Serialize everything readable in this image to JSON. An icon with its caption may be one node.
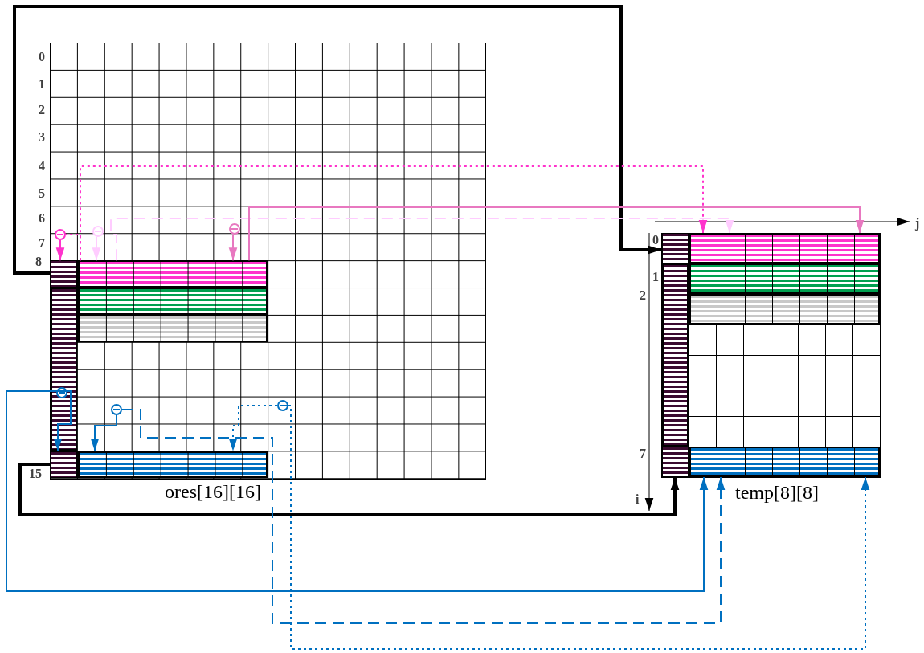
{
  "diagram": {
    "nodes": [
      {
        "text": [
          "ores[16][16]"
        ]
      },
      {
        "text": [
          "temp[8][8]"
        ]
      },
      {
        "text": [],
        "shape": "box",
        "in": 0
      },
      {
        "text": [],
        "shape": "bar",
        "in": 0
      },
      {
        "text": [],
        "shape": "box",
        "in": 0
      },
      {
        "text": [],
        "shape": "bar",
        "in": 0
      },
      {
        "text": [],
        "shape": "bar",
        "in": 0
      },
      {
        "text": [],
        "shape": "bar",
        "in": 0
      },
      {
        "text": [],
        "shape": "bar",
        "in": 0
      },
      {
        "text": [],
        "shape": "box",
        "in": 1
      },
      {
        "text": [],
        "shape": "bar",
        "in": 1
      },
      {
        "text": [],
        "shape": "box",
        "in": 1
      },
      {
        "text": [],
        "shape": "bar",
        "in": 1
      },
      {
        "text": [],
        "shape": "bar",
        "in": 1
      },
      {
        "text": [],
        "shape": "bar",
        "in": 1
      },
      {
        "text": [],
        "shape": "bar",
        "in": 1
      },
      {
        "text": [],
        "shape": "circle",
        "in": 0
      },
      {
        "text": [],
        "shape": "circle",
        "in": 0
      },
      {
        "text": [],
        "shape": "circle",
        "in": 0
      },
      {
        "text": [],
        "shape": "circle",
        "in": 3
      },
      {
        "text": [],
        "shape": "circle",
        "in": 0
      },
      {
        "text": [],
        "shape": "circle",
        "in": 0
      }
    ],
    "edges": [
      {
        "from": 2,
        "to": 9,
        "arrow": "to",
        "style": "thick",
        "color": "#000000"
      },
      {
        "from": 4,
        "to": 11,
        "arrow": "to",
        "style": "thick",
        "color": "#000000"
      },
      {
        "from": 5,
        "to": 12,
        "arrow": "to",
        "style": "dashed",
        "color": "#ff33cc"
      },
      {
        "from": 5,
        "to": 16,
        "arrow": "none",
        "style": "dashed",
        "color": "#ff33cc"
      },
      {
        "from": 5,
        "to": 12,
        "arrow": "to",
        "style": "dashed",
        "color": "#ffccff"
      },
      {
        "from": 17,
        "to": 5,
        "arrow": "to",
        "color": "#ffccff"
      },
      {
        "from": 5,
        "to": 12,
        "arrow": "to",
        "color": "#e878c0"
      },
      {
        "from": 18,
        "to": 5,
        "arrow": "to",
        "color": "#e878c0"
      },
      {
        "from": 19,
        "to": 15,
        "arrow": "to",
        "color": "#0070c0"
      },
      {
        "from": 19,
        "to": 4,
        "arrow": "to",
        "color": "#0070c0"
      },
      {
        "from": 20,
        "to": 8,
        "arrow": "to",
        "color": "#0070c0"
      },
      {
        "from": 20,
        "to": 15,
        "arrow": "to",
        "style": "dashed",
        "color": "#0070c0"
      },
      {
        "from": 21,
        "to": 8,
        "arrow": "to",
        "style": "dashed",
        "color": "#0070c0"
      },
      {
        "from": 21,
        "to": 15,
        "arrow": "to",
        "style": "dashed",
        "color": "#0070c0"
      },
      {
        "from": 16,
        "to": 2,
        "arrow": "to",
        "color": "#ff33cc"
      }
    ],
    "labels": [
      "0",
      "1",
      "2",
      "3",
      "4",
      "5",
      "6",
      "7",
      "8",
      "15",
      "j",
      "0",
      "1",
      "2",
      "7",
      "i"
    ]
  }
}
